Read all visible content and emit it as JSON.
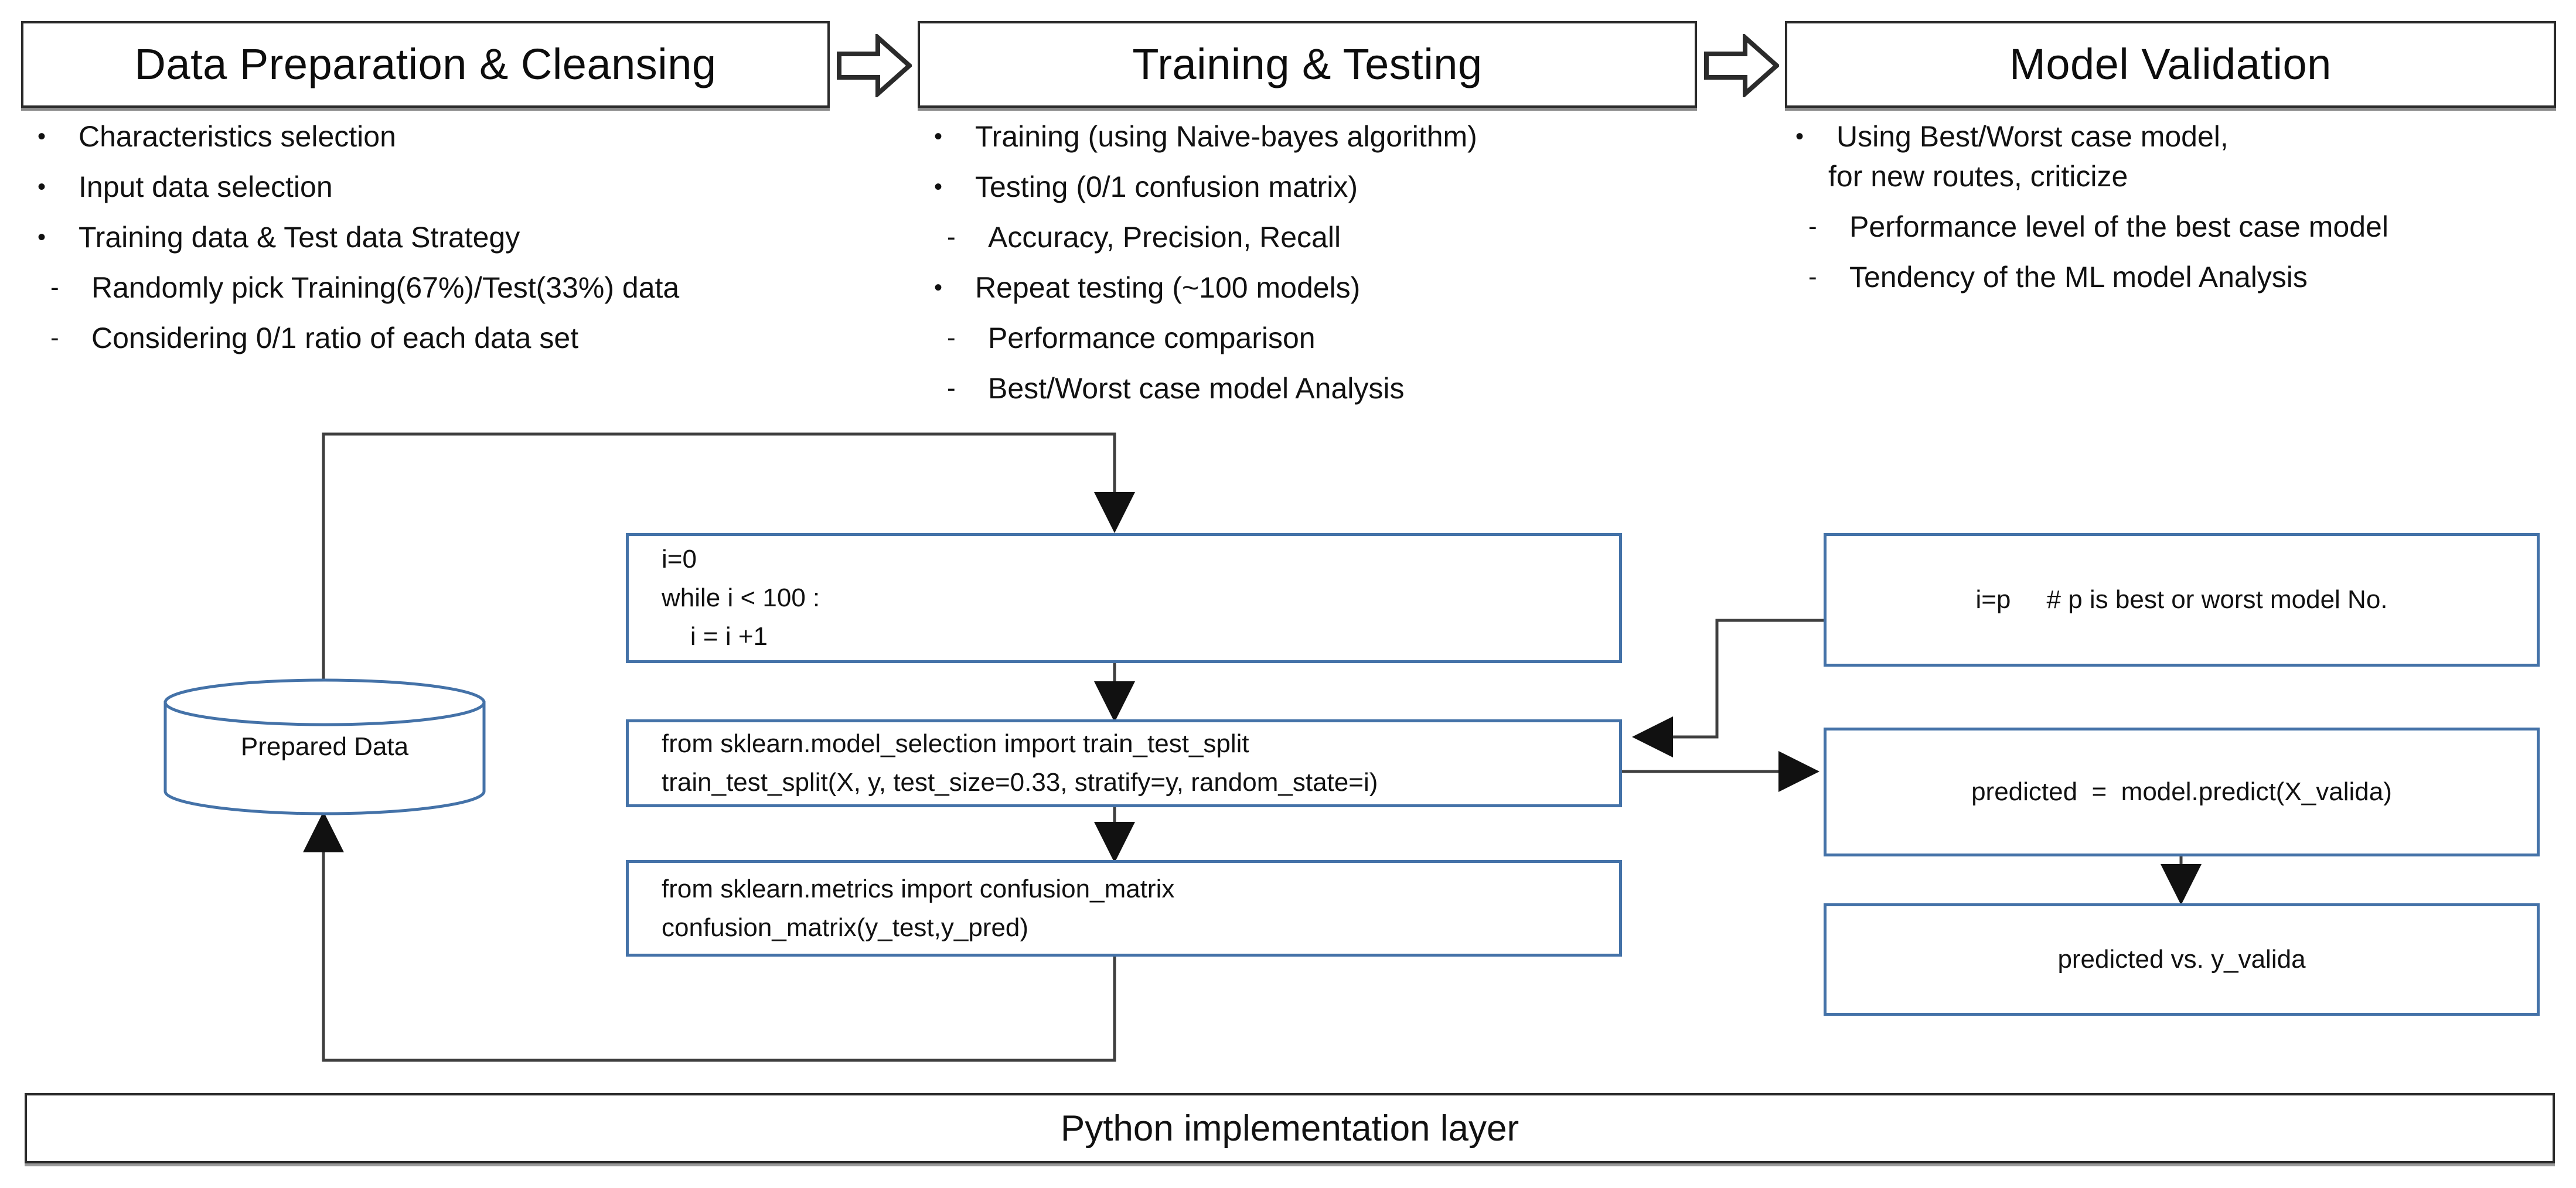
{
  "phases": [
    {
      "title": "Data Preparation & Cleansing",
      "bullets": [
        {
          "mark": "•",
          "text": "Characteristics selection"
        },
        {
          "mark": "•",
          "text": "Input data selection"
        },
        {
          "mark": "•",
          "text": "Training data & Test data Strategy"
        },
        {
          "mark": "-",
          "text": "Randomly pick Training(67%)/Test(33%) data"
        },
        {
          "mark": "-",
          "text": "Considering 0/1 ratio of each data set"
        }
      ]
    },
    {
      "title": "Training & Testing",
      "bullets": [
        {
          "mark": "•",
          "text": "Training (using Naive-bayes algorithm)"
        },
        {
          "mark": "•",
          "text": "Testing (0/1 confusion matrix)"
        },
        {
          "mark": "-",
          "text": "Accuracy, Precision, Recall"
        },
        {
          "mark": "•",
          "text": "Repeat testing (~100 models)"
        },
        {
          "mark": "-",
          "text": "Performance comparison"
        },
        {
          "mark": "-",
          "text": "Best/Worst case model Analysis"
        }
      ]
    },
    {
      "title": "Model Validation",
      "bullets": [
        {
          "mark": "•",
          "text": "Using Best/Worst case model,"
        },
        {
          "mark": "",
          "text": "for new routes, criticize"
        },
        {
          "mark": "-",
          "text": "Performance level of the best case model"
        },
        {
          "mark": "-",
          "text": "Tendency of the ML model Analysis"
        }
      ]
    }
  ],
  "chevrons": [
    "chevron-right-1",
    "chevron-right-2"
  ],
  "datastore": {
    "label": "Prepared Data"
  },
  "flow": {
    "loop_box": "i=0\nwhile i < 100 :\n    i = i +1",
    "split_box": "from sklearn.model_selection import train_test_split\ntrain_test_split(X, y, test_size=0.33, stratify=y, random_state=i)",
    "confusion_box": "from sklearn.metrics import confusion_matrix\nconfusion_matrix(y_test,y_pred)",
    "select_model_box": "i=p     # p is best or worst model No.",
    "predict_box": "predicted  =  model.predict(X_valida)",
    "compare_box": "predicted vs. y_valida"
  },
  "footer": {
    "layer_label": "Python implementation layer"
  },
  "colors": {
    "flow_border": "#4472a8",
    "header_border": "#2b2b2b",
    "wire": "#3f3f3f",
    "text": "#111111"
  }
}
